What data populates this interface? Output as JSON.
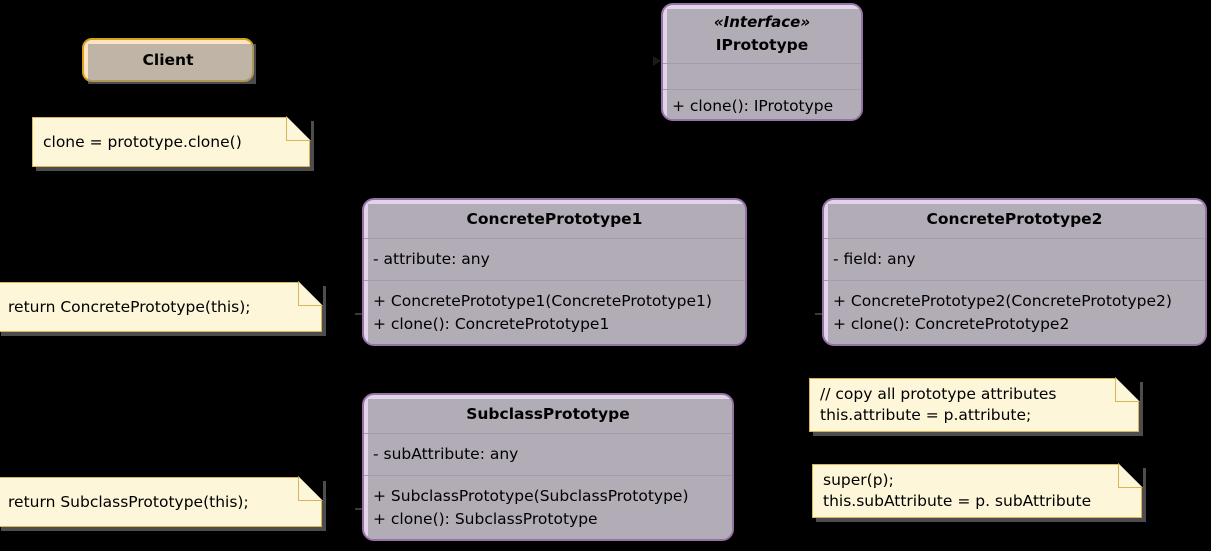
{
  "diagram": {
    "title": "Prototype Pattern UML Class Diagram",
    "background_color": "#000000",
    "class_fill": "#e0d3ea",
    "class_border": "#9673a6",
    "client_fill": "#fde5c4",
    "client_border": "#d6a419",
    "note_fill": "#fdf6d9",
    "note_border": "#d6b656"
  },
  "client": {
    "label": "Client"
  },
  "interface": {
    "stereotype": "«Interface»",
    "name": "IPrototype",
    "attributes": [],
    "operations": [
      "+ clone(): IPrototype"
    ]
  },
  "concrete1": {
    "name": "ConcretePrototype1",
    "attributes": [
      "- attribute: any"
    ],
    "operations": [
      "+ ConcretePrototype1(ConcretePrototype1)",
      "+ clone(): ConcretePrototype1"
    ]
  },
  "concrete2": {
    "name": "ConcretePrototype2",
    "attributes": [
      "- field: any"
    ],
    "operations": [
      "+ ConcretePrototype2(ConcretePrototype2)",
      "+ clone(): ConcretePrototype2"
    ]
  },
  "subclass": {
    "name": "SubclassPrototype",
    "attributes": [
      "- subAttribute: any"
    ],
    "operations": [
      "+ SubclassPrototype(SubclassPrototype)",
      "+ clone(): SubclassPrototype"
    ]
  },
  "notes": {
    "client_note": "clone = prototype.clone()",
    "concrete_return_note": "return ConcretePrototype(this);",
    "subclass_return_note": "return SubclassPrototype(this);",
    "copy_attributes_note": "// copy all prototype attributes\nthis.attribute = p.attribute;",
    "super_note": "super(p);\nthis.subAttribute = p. subAttribute"
  }
}
